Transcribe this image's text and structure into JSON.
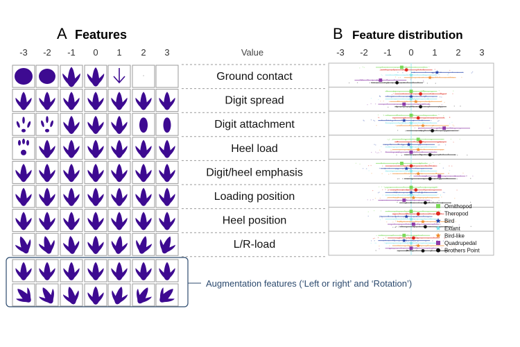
{
  "panel_a": {
    "letter": "A",
    "title": "Features",
    "values": [
      "-3",
      "-2",
      "-1",
      "0",
      "1",
      "2",
      "3"
    ],
    "value_header": "Value",
    "features": [
      "Ground contact",
      "Digit spread",
      "Digit attachment",
      "Heel load",
      "Digit/heel emphasis",
      "Loading position",
      "Heel position",
      "L/R-load"
    ],
    "augmentation_label": "Augmentation features (‘Left or right’ and ‘Rotation’)",
    "track_color": "#3d0a91",
    "augmentation_box_color": "#2c4a6e"
  },
  "panel_b": {
    "letter": "B",
    "title": "Feature distribution",
    "ticks": [
      "-3",
      "-2",
      "-1",
      "0",
      "1",
      "2",
      "3"
    ],
    "legend": [
      {
        "name": "Ornithopod",
        "color": "#7ad957",
        "shape": "square"
      },
      {
        "name": "Theropod",
        "color": "#e0281e",
        "shape": "circle"
      },
      {
        "name": "Bird",
        "color": "#1f3ea8",
        "shape": "star"
      },
      {
        "name": "Extant",
        "color": "#7fe3ea",
        "shape": "star"
      },
      {
        "name": "Bird-like",
        "color": "#f08a2a",
        "shape": "star"
      },
      {
        "name": "Quadrupedal",
        "color": "#8d3aa8",
        "shape": "square"
      },
      {
        "name": "Brothers Point",
        "color": "#111111",
        "shape": "circle"
      }
    ]
  },
  "chart_data": {
    "type": "scatter",
    "xlim": [
      -3.5,
      3.5
    ],
    "x_ticks": [
      -3,
      -2,
      -1,
      0,
      1,
      2,
      3
    ],
    "rows": [
      "Ground contact",
      "Digit spread",
      "Digit attachment",
      "Heel load",
      "Digit/heel emphasis",
      "Loading position",
      "Heel position",
      "L/R-load"
    ],
    "series": [
      {
        "name": "Ornithopod",
        "means": [
          -0.4,
          0.0,
          0.0,
          0.3,
          -0.4,
          0.0,
          0.0,
          -0.3
        ]
      },
      {
        "name": "Theropod",
        "means": [
          -0.2,
          0.4,
          0.3,
          0.4,
          0.0,
          0.2,
          0.3,
          0.1
        ]
      },
      {
        "name": "Bird",
        "means": [
          1.1,
          0.0,
          -0.3,
          -0.1,
          -0.2,
          0.0,
          -0.2,
          -0.3
        ]
      },
      {
        "name": "Extant",
        "means": [
          0.0,
          0.0,
          0.0,
          0.0,
          0.0,
          0.0,
          0.0,
          0.0
        ]
      },
      {
        "name": "Bird-like",
        "means": [
          0.8,
          0.2,
          0.5,
          0.3,
          0.3,
          0.1,
          0.5,
          0.3
        ]
      },
      {
        "name": "Quadrupedal",
        "means": [
          -1.3,
          -0.3,
          1.4,
          0.0,
          1.2,
          -0.3,
          0.1,
          0.0
        ]
      },
      {
        "name": "Brothers Point",
        "means": [
          -0.6,
          0.4,
          0.9,
          0.8,
          0.8,
          0.6,
          0.6,
          0.5
        ]
      }
    ],
    "legend_position": "bottom-right",
    "grid": false
  }
}
